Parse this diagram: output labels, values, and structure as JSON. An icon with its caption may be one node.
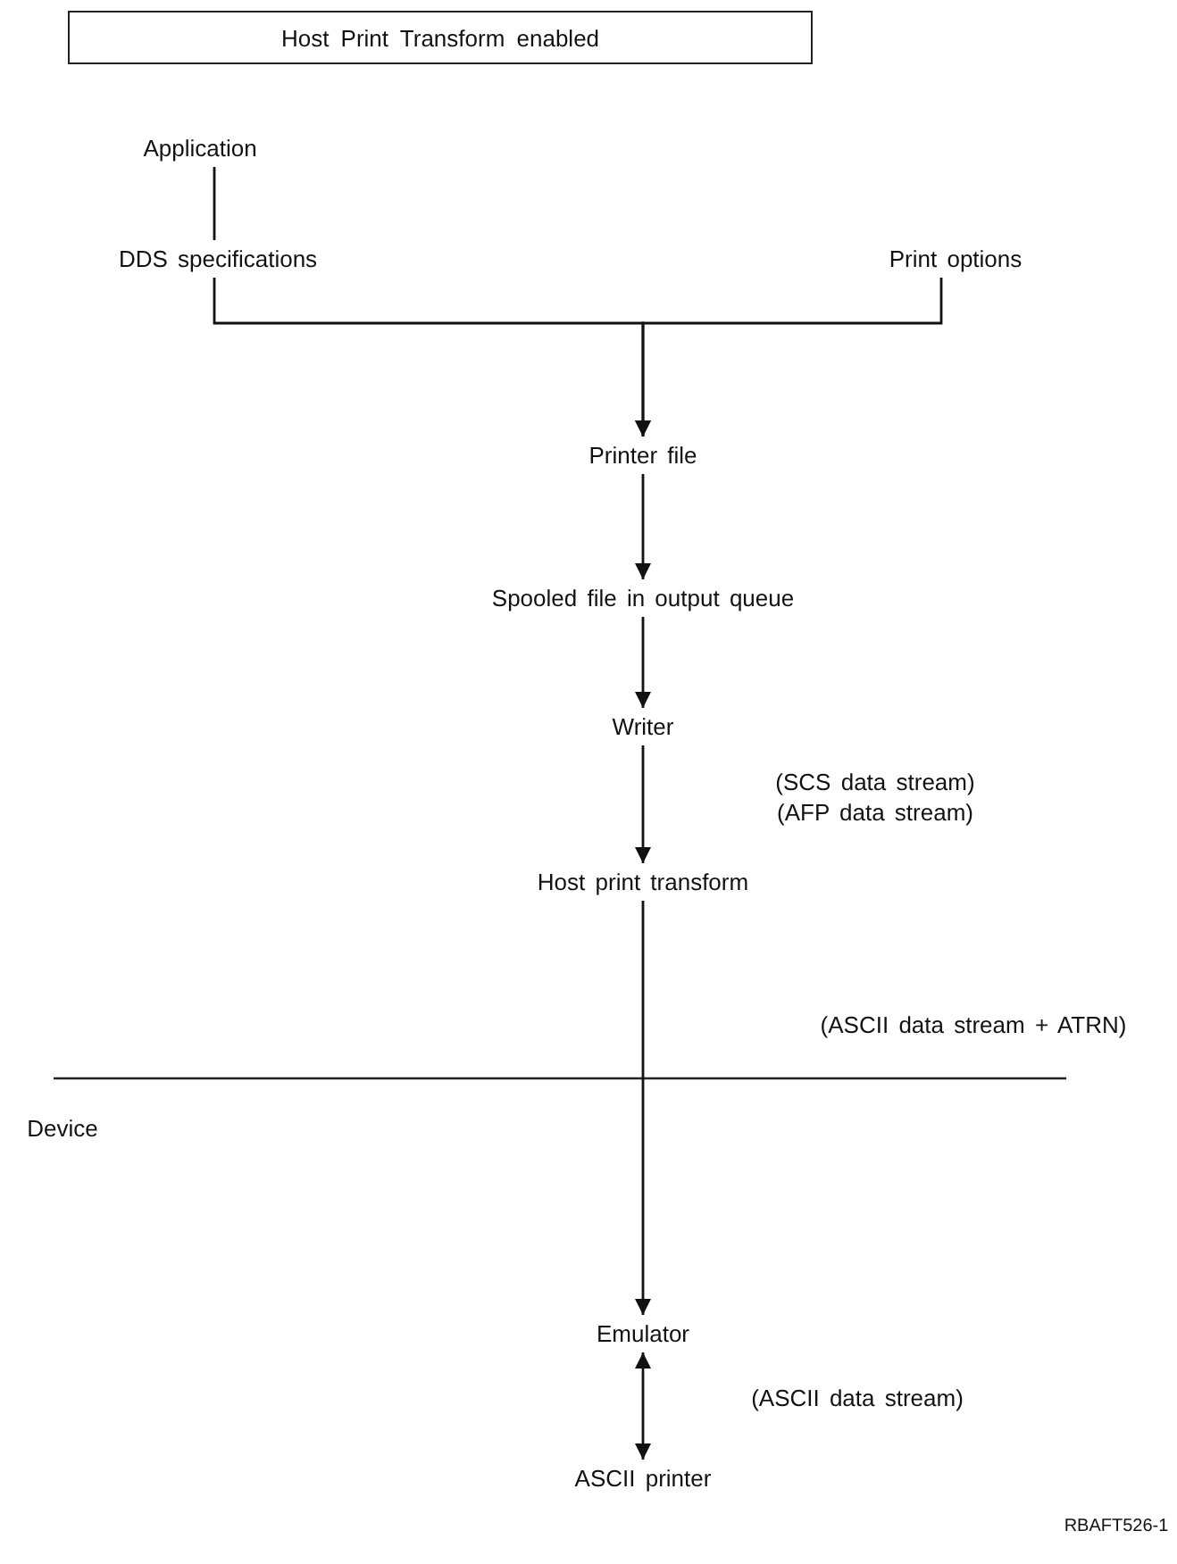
{
  "diagram": {
    "title": "Host Print Transform enabled",
    "nodes": [
      {
        "text": [
          "Application"
        ]
      },
      {
        "text": [
          "DDS specifications"
        ]
      },
      {
        "text": [
          "Print options"
        ]
      },
      {
        "text": [
          "Printer file"
        ]
      },
      {
        "text": [
          "Spooled file in output queue"
        ]
      },
      {
        "text": [
          "Writer"
        ]
      },
      {
        "text": [
          "Host print transform"
        ]
      },
      {
        "text": [
          "Emulator"
        ]
      },
      {
        "text": [
          "ASCII printer"
        ]
      }
    ],
    "edges": [
      {
        "from": 0,
        "to": 1,
        "arrow": "none"
      },
      {
        "from": 1,
        "to": 3,
        "arrow": "to"
      },
      {
        "from": 2,
        "to": 3,
        "arrow": "to"
      },
      {
        "from": 3,
        "to": 4,
        "arrow": "to"
      },
      {
        "from": 4,
        "to": 5,
        "arrow": "to"
      },
      {
        "from": 5,
        "to": 6,
        "arrow": "to"
      },
      {
        "from": 6,
        "to": 7,
        "arrow": "to"
      },
      {
        "from": 7,
        "to": 8,
        "arrow": "both"
      }
    ],
    "labels": [
      "(SCS data stream)",
      "(AFP data stream)",
      "(ASCII data stream + ATRN)",
      "Device",
      "(ASCII data stream)",
      "RBAFT526-1"
    ]
  }
}
